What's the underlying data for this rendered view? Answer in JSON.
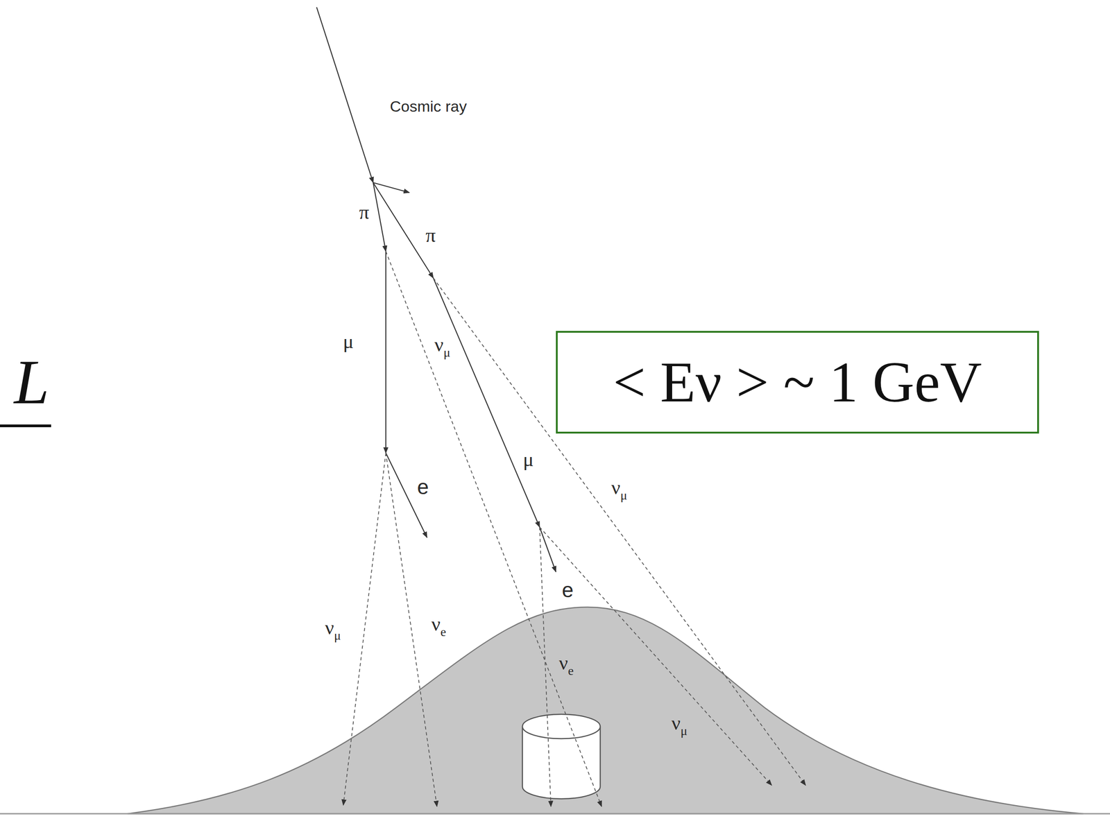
{
  "diagram": {
    "nodes": [
      {
        "text": [
          "< Eν > ~ 1 GeV"
        ]
      }
    ],
    "labels": [
      "L",
      "Cosmic ray",
      "π",
      "π",
      "μ",
      "νμ",
      "μ",
      "e",
      "νμ",
      "e",
      "νμ",
      "νe",
      "νe",
      "νμ"
    ]
  }
}
